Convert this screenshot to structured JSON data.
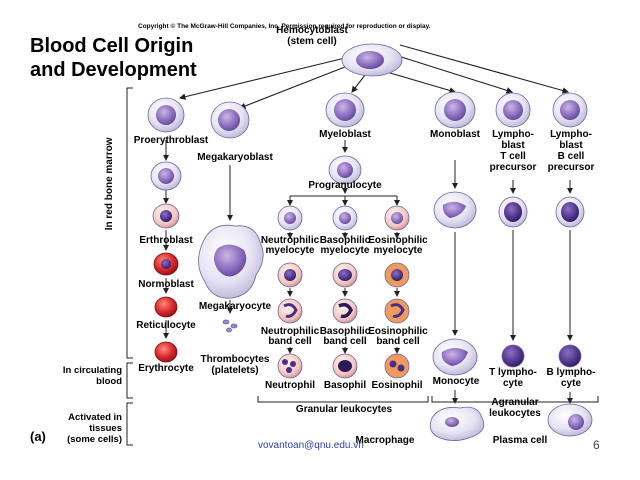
{
  "header": {
    "copyright": "Copyright © The McGraw-Hill Companies, Inc. Permission required for reproduction or display.",
    "title_line1": "Blood Cell Origin",
    "title_line2": "and Development"
  },
  "sidebar": {
    "marrow": "In red bone marrow",
    "circulating_1": "In circulating",
    "circulating_2": "blood",
    "activated_1": "Activated in",
    "activated_2": "tissues",
    "activated_3": "(some cells)",
    "panel": "(a)"
  },
  "cells": {
    "hemocytoblast_1": "Hemocytoblast",
    "hemocytoblast_2": "(stem cell)",
    "proerythroblast": "Proerythroblast",
    "megakaryoblast": "Megakaryoblast",
    "erthroblast": "Erthroblast",
    "normoblast": "Normoblast",
    "reticulocyte": "Reticulocyte",
    "erythrocyte": "Erythrocyte",
    "megakaryocyte": "Megakaryocyte",
    "thrombocytes_1": "Thrombocytes",
    "thrombocytes_2": "(platelets)",
    "myeloblast": "Myeloblast",
    "progranulocyte": "Progranulocyte",
    "neutro_myel_1": "Neutrophilic",
    "neutro_myel_2": "myelocyte",
    "baso_myel_1": "Basophilic",
    "baso_myel_2": "myelocyte",
    "eosino_myel_1": "Eosinophilic",
    "eosino_myel_2": "myelocyte",
    "neutro_band_1": "Neutrophilic",
    "neutro_band_2": "band cell",
    "baso_band_1": "Basophilic",
    "baso_band_2": "band cell",
    "eosino_band_1": "Eosinophilic",
    "eosino_band_2": "band cell",
    "neutrophil": "Neutrophil",
    "basophil": "Basophil",
    "eosinophil": "Eosinophil",
    "granular": "Granular leukocytes",
    "monoblast": "Monoblast",
    "monocyte": "Monocyte",
    "macrophage": "Macrophage",
    "t_precursor_1": "Lympho-",
    "t_precursor_2": "blast",
    "t_precursor_3": "T cell",
    "t_precursor_4": "precursor",
    "b_precursor_1": "Lympho-",
    "b_precursor_2": "blast",
    "b_precursor_3": "B cell",
    "b_precursor_4": "precursor",
    "t_lympho_1": "T lympho-",
    "t_lympho_2": "cyte",
    "b_lympho_1": "B lympho-",
    "b_lympho_2": "cyte",
    "agranular_1": "Agranular",
    "agranular_2": "leukocytes",
    "plasma": "Plasma cell"
  },
  "footer": {
    "email": "vovantoan@qnu.edu.vn",
    "page": "6"
  },
  "colors": {
    "cytoplasm": "#e8e6f4",
    "nucleus": "#8d6fbf",
    "rbc": "#d7262c",
    "eos_granules": "#e8762f"
  }
}
